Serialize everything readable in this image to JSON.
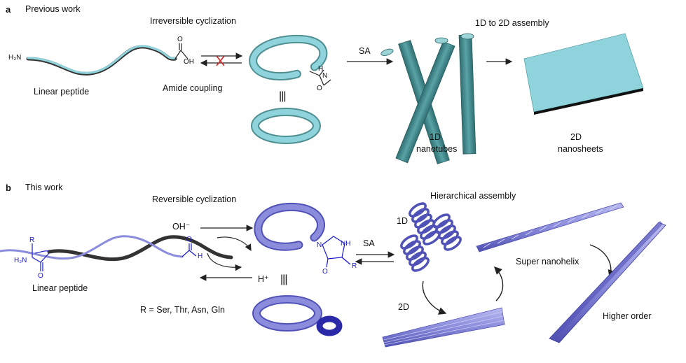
{
  "panel_a": {
    "letter": "a",
    "title": "Previous work",
    "label_cyclization": "Irreversible cyclization",
    "label_coupling": "Amide coupling",
    "label_linear": "Linear peptide",
    "label_sa": "SA",
    "label_assembly": "1D to 2D assembly",
    "label_1d_line1": "1D",
    "label_1d_line2": "nanotubes",
    "label_2d_line1": "2D",
    "label_2d_line2": "nanosheets",
    "chem_nh2": "H₂N",
    "chem_o": "O",
    "chem_oh": "OH",
    "chem_h": "H",
    "chem_n": "N",
    "chem_amide_o": "O",
    "equiv": "|||"
  },
  "panel_b": {
    "letter": "b",
    "title": "This work",
    "label_cyclization": "Reversible cyclization",
    "label_oh": "OH⁻",
    "label_h": "H⁺",
    "label_linear": "Linear peptide",
    "label_r": "R = Ser, Thr, Asn, Gln",
    "label_sa": "SA",
    "label_hier": "Hierarchical assembly",
    "label_1d": "1D",
    "label_2d": "2D",
    "label_super": "Super nanohelix",
    "label_higher": "Higher order",
    "chem_r": "R",
    "chem_nh2": "H₂N",
    "chem_o": "O",
    "chem_ald_o": "O",
    "chem_ald_h": "H",
    "chem_ring_n": "N",
    "chem_ring_nh": "NH",
    "chem_ring_o": "O",
    "chem_ring_r": "R",
    "equiv": "|||"
  },
  "colors": {
    "cyan": "#8fd3dc",
    "cyan_dark": "#4f8f92",
    "teal_tube": "#3f8a8d",
    "violet": "#8b8cdc",
    "violet_dark": "#2a2aa8",
    "cross_red": "#dd2222"
  }
}
